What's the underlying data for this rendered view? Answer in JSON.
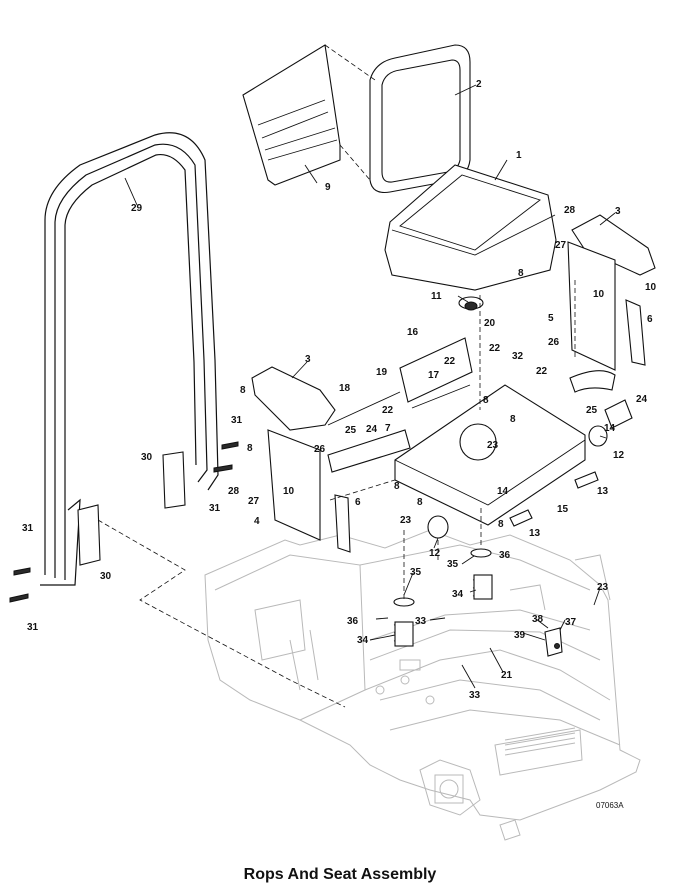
{
  "title": "Rops And Seat Assembly",
  "drawing_code": "07063A",
  "callouts": [
    "1",
    "2",
    "3",
    "3",
    "4",
    "5",
    "6",
    "6",
    "7",
    "8",
    "8",
    "8",
    "8",
    "8",
    "8",
    "8",
    "8",
    "9",
    "10",
    "10",
    "10",
    "11",
    "12",
    "12",
    "13",
    "13",
    "14",
    "14",
    "15",
    "16",
    "17",
    "18",
    "19",
    "20",
    "21",
    "22",
    "22",
    "22",
    "22",
    "23",
    "23",
    "23",
    "24",
    "24",
    "25",
    "25",
    "26",
    "26",
    "27",
    "27",
    "28",
    "28",
    "29",
    "30",
    "30",
    "31",
    "31",
    "31",
    "31",
    "32",
    "33",
    "33",
    "34",
    "34",
    "35",
    "35",
    "36",
    "36",
    "37",
    "38",
    "39"
  ]
}
